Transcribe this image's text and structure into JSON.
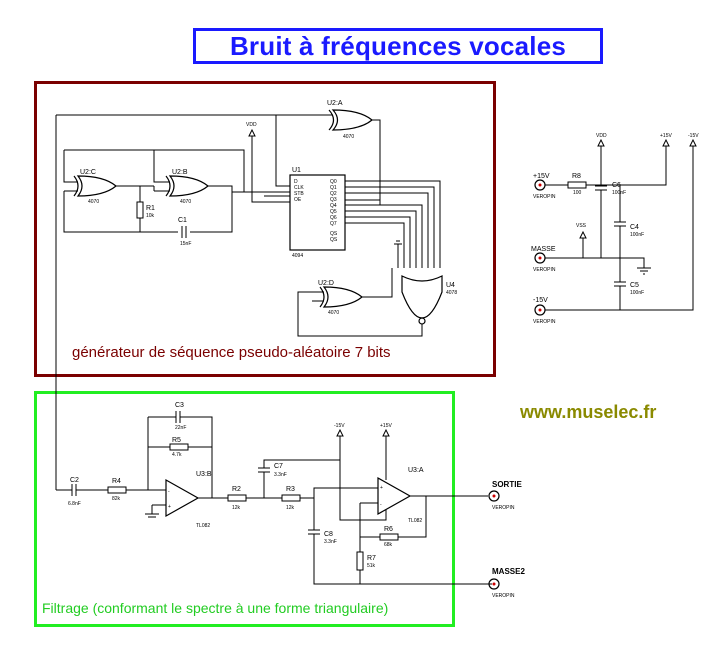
{
  "title": "Bruit à fréquences vocales",
  "generator_caption": "générateur de séquence pseudo-aléatoire 7 bits",
  "filter_caption": "Filtrage (conformant le spectre à une forme triangulaire)",
  "website": "www.muselec.fr",
  "colors": {
    "title_blue": "#1a1aff",
    "generator_frame": "#7a0000",
    "filter_frame": "#22ee22",
    "website": "#8a8a00",
    "wire": "#000000",
    "component_red": "#cc0000"
  },
  "gates": {
    "u2a": "U2:A",
    "u2a_type": "4070",
    "u2b": "U2:B",
    "u2b_type": "4070",
    "u2c": "U2:C",
    "u2c_type": "4070",
    "u2d": "U2:D",
    "u2d_type": "4070",
    "u4": "U4",
    "u4_type": "4078"
  },
  "ic_u1": {
    "ref": "U1",
    "part": "4094",
    "pins_left": [
      "D",
      "CLK",
      "STB",
      "OE"
    ],
    "pins_right": [
      "Q0",
      "Q1",
      "Q2",
      "Q3",
      "Q4",
      "Q5",
      "Q6",
      "Q7",
      "QS",
      "QS"
    ]
  },
  "gen_parts": {
    "r1": "R1",
    "r1_val": "10k",
    "c1": "C1",
    "c1_val": "15nF",
    "vdd": "VDD"
  },
  "power": {
    "p15": "+15V",
    "masse": "MASSE",
    "m15": "-15V",
    "veropin": "VEROPIN",
    "r8": "R8",
    "r8_val": "100",
    "c6": "C6",
    "c6_val": "100nF",
    "c4": "C4",
    "c4_val": "100nF",
    "c5": "C5",
    "c5_val": "100nF",
    "vdd": "VDD",
    "vss": "VSS",
    "rail_p15": "+15V",
    "rail_m15": "-15V"
  },
  "filter": {
    "c2": "C2",
    "c2_val": "6.8nF",
    "r4": "R4",
    "r4_val": "82k",
    "c3": "C3",
    "c3_val": "22nF",
    "r5": "R5",
    "r5_val": "4.7k",
    "u3b": "U3:B",
    "u3b_type": "TL082",
    "r2": "R2",
    "r2_val": "12k",
    "r3": "R3",
    "r3_val": "12k",
    "c7": "C7",
    "c7_val": "3.3nF",
    "c8": "C8",
    "c8_val": "3.3nF",
    "u3a": "U3:A",
    "u3a_type": "TL082",
    "r6": "R6",
    "r6_val": "68k",
    "r7": "R7",
    "r7_val": "51k",
    "rail_m15": "-15V",
    "rail_p15": "+15V",
    "sortie": "SORTIE",
    "masse2": "MASSE2"
  }
}
